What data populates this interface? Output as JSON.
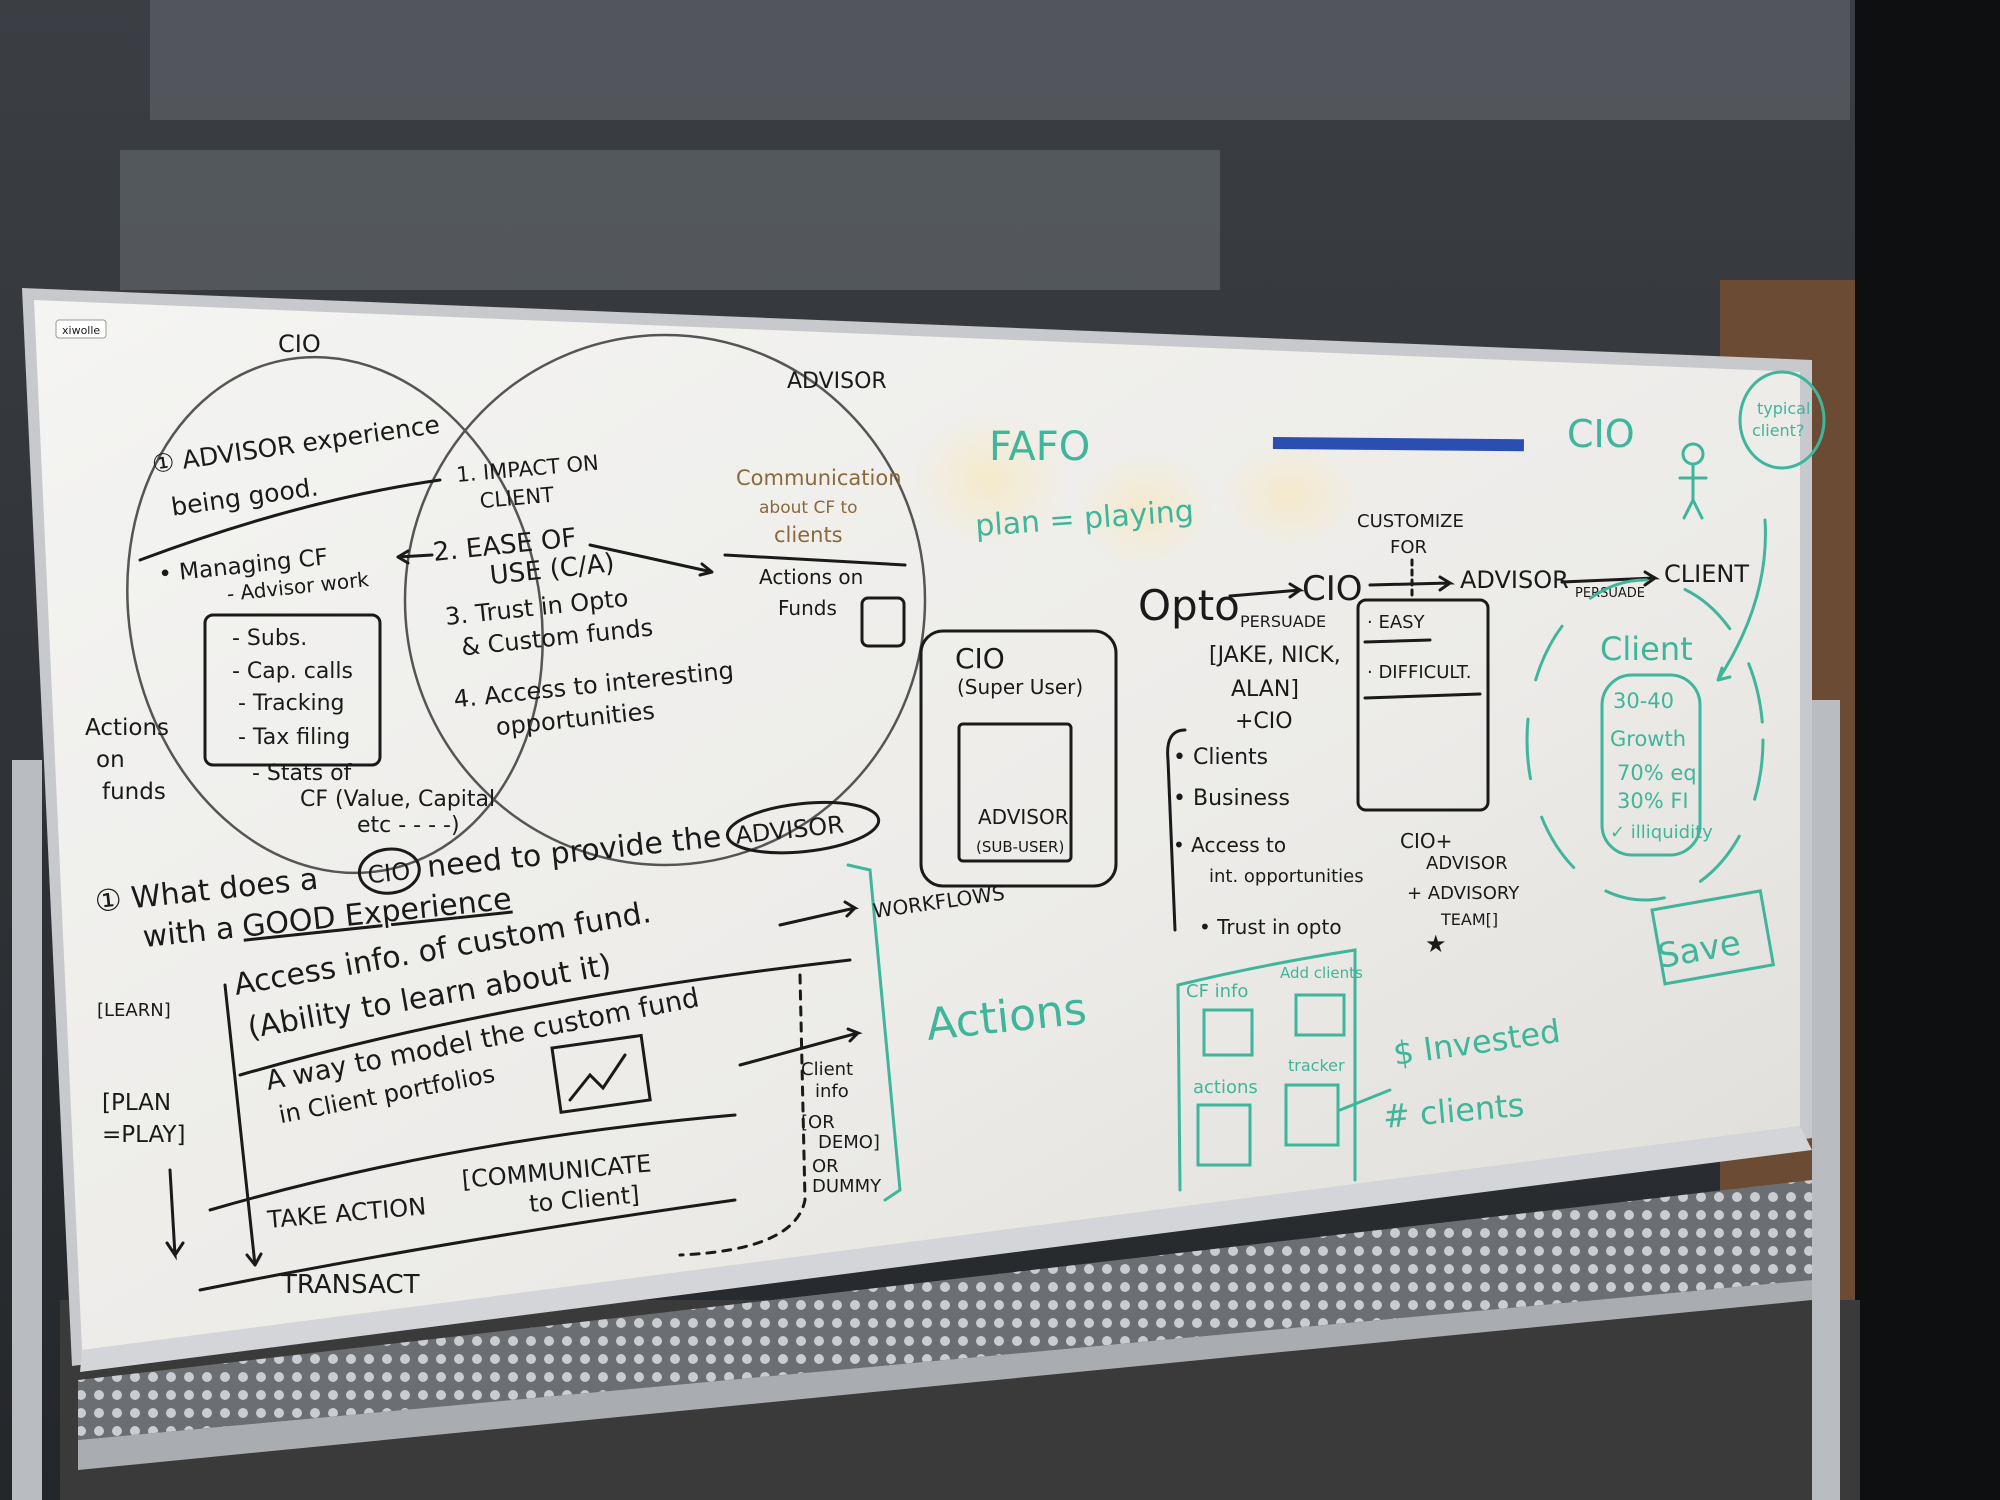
{
  "logo": "xiwolle",
  "venn": {
    "left_label": "CIO",
    "right_label": "ADVISOR",
    "left": [
      "① ADVISOR experience",
      "being good.",
      "• Managing CF",
      "- Advisor work",
      "- Subs.",
      "- Cap. calls",
      "- Tracking",
      "- Tax filing",
      "- Stats of",
      "CF (Value, Capital",
      "etc - - - -)"
    ],
    "center": [
      "1. IMPACT ON",
      "CLIENT",
      "2. EASE OF",
      "USE (C/A)",
      "3. Trust in Opto",
      "& Custom funds",
      "4. Access to interesting",
      "opportunities"
    ],
    "right": [
      "Communication",
      "about CF to",
      "clients",
      "Actions on",
      "Funds"
    ],
    "side": [
      "Actions",
      "on",
      "funds"
    ]
  },
  "question": {
    "line1_a": "① What does a",
    "cio": "CIO",
    "line1_b": "need to provide the",
    "advisor": "ADVISOR",
    "line2_a": "with a",
    "line2_b": "GOOD Experience"
  },
  "steps": {
    "learn": "[LEARN]",
    "plan": "[PLAN",
    "play": "=PLAY]",
    "access_1": "Access info. of custom fund.",
    "access_2": "(Ability to learn about it)",
    "model_1": "A way to model the custom fund",
    "model_2": "in Client portfolios",
    "take_action": "TAKE ACTION",
    "communicate": "[COMMUNICATE",
    "to_client": "to Client]",
    "transact": "TRANSACT",
    "client_info": [
      "Client",
      "info",
      "[OR",
      "DEMO]",
      "OR",
      "DUMMY"
    ],
    "workflows": "WORKFLOWS",
    "actions": "Actions"
  },
  "fafo": {
    "title": "FAFO",
    "subtitle": "plan = playing"
  },
  "hierarchy": {
    "cio_box_title": "CIO",
    "cio_box_sub": "(Super User)",
    "advisor_box_title": "ADVISOR",
    "advisor_box_sub": "(SUB-USER)"
  },
  "flow": {
    "opto": "Opto",
    "cio": "CIO",
    "persuade_1": "PERSUADE",
    "customize": "CUSTOMIZE",
    "for": "FOR",
    "advisor": "ADVISOR",
    "persuade_2": "PERSUADE",
    "client": "CLIENT",
    "team": [
      "[JAKE, NICK,",
      "ALAN]",
      "+CIO"
    ],
    "easy": "· EASY",
    "difficult": "· DIFFICULT.",
    "bullets": [
      "• Clients",
      "• Business",
      "• Access to",
      "int. opportunities",
      "• Trust in opto"
    ],
    "cio_plus": [
      "CIO+",
      "ADVISOR",
      "+ ADVISORY",
      "TEAM[]"
    ]
  },
  "persona": {
    "cio": "CIO",
    "bubble": [
      "typical",
      "client?"
    ],
    "client": "Client",
    "attributes": [
      "30-40",
      "Growth",
      "70% eq",
      "30% FI",
      "✓ illiquidity"
    ],
    "save": "Save"
  },
  "dashboard": {
    "tiles": [
      "CF info",
      "Add clients",
      "actions",
      "tracker"
    ],
    "metrics": [
      "$ Invested",
      "# clients"
    ]
  },
  "colors": {
    "black_marker": "#151515",
    "teal_marker": "#3fb59b",
    "brown_marker": "#8a6a3a",
    "blue_magnet": "#2b4fb0"
  }
}
